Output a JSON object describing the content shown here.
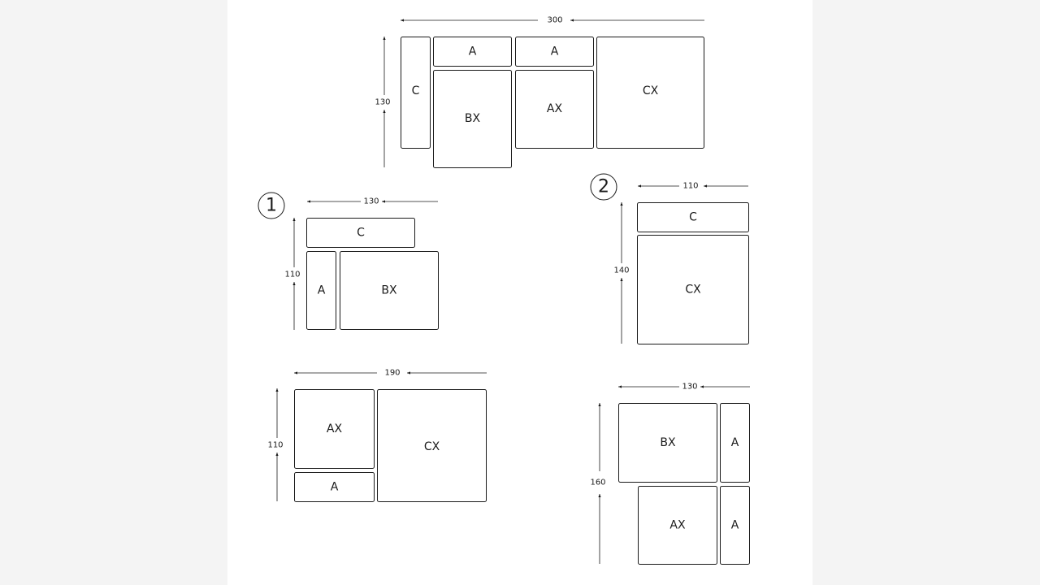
{
  "colors": {
    "background": "#f4f4f4",
    "canvas": "#ffffff",
    "stroke": "#1a1a1a"
  },
  "main_layout": {
    "width_dim": "300",
    "height_dim": "130",
    "modules": [
      "C",
      "A",
      "A",
      "BX",
      "AX",
      "CX"
    ]
  },
  "option_1": {
    "number": "1",
    "part_a": {
      "width_dim": "130",
      "height_dim": "110",
      "modules": [
        "C",
        "A",
        "BX"
      ]
    },
    "part_b": {
      "width_dim": "190",
      "height_dim": "110",
      "modules": [
        "AX",
        "A",
        "CX"
      ]
    }
  },
  "option_2": {
    "number": "2",
    "part_a": {
      "width_dim": "110",
      "height_dim": "140",
      "modules": [
        "C",
        "CX"
      ]
    },
    "part_b": {
      "width_dim": "130",
      "height_dim": "160",
      "modules": [
        "BX",
        "A",
        "AX",
        "A"
      ]
    }
  }
}
